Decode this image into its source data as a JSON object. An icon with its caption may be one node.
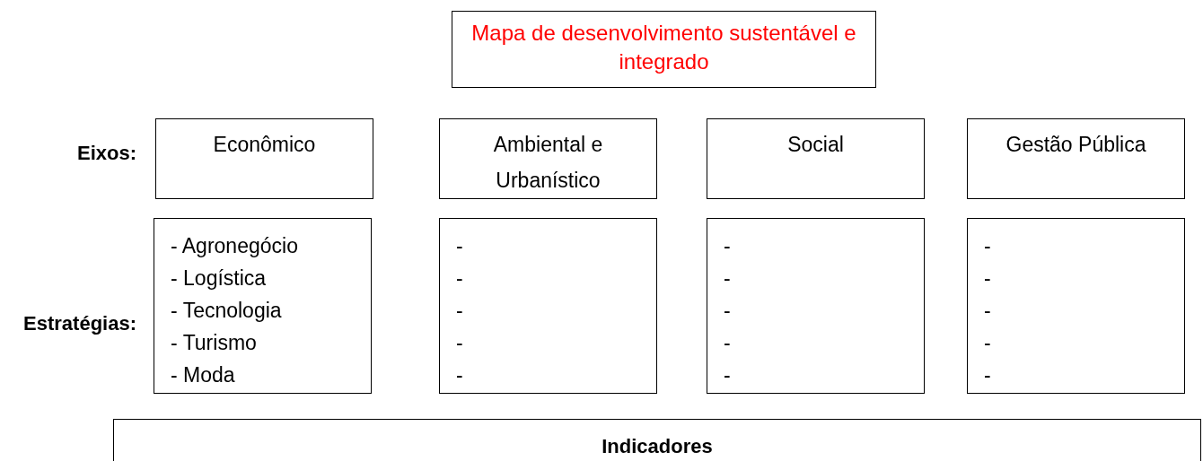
{
  "diagram": {
    "nodes": [
      {
        "text": [
          "Mapa de desenvolvimento sustentável e integrado"
        ]
      },
      {
        "text": [
          "Econômico"
        ]
      },
      {
        "text": [
          "Ambiental e Urbanístico"
        ]
      },
      {
        "text": [
          "Social"
        ]
      },
      {
        "text": [
          "Gestão Pública"
        ]
      },
      {
        "text": [
          "- Agronegócio",
          "- Logística",
          "- Tecnologia",
          "- Turismo",
          "- Moda"
        ]
      },
      {
        "text": [
          "-",
          "-",
          "-",
          "-",
          "-"
        ]
      },
      {
        "text": [
          "-",
          "-",
          "-",
          "-",
          "-"
        ]
      },
      {
        "text": [
          "-",
          "-",
          "-",
          "-",
          "-"
        ]
      },
      {
        "text": [
          "Indicadores"
        ]
      }
    ],
    "edges": [],
    "labels": [
      "Eixos:",
      "Estratégias:"
    ]
  }
}
